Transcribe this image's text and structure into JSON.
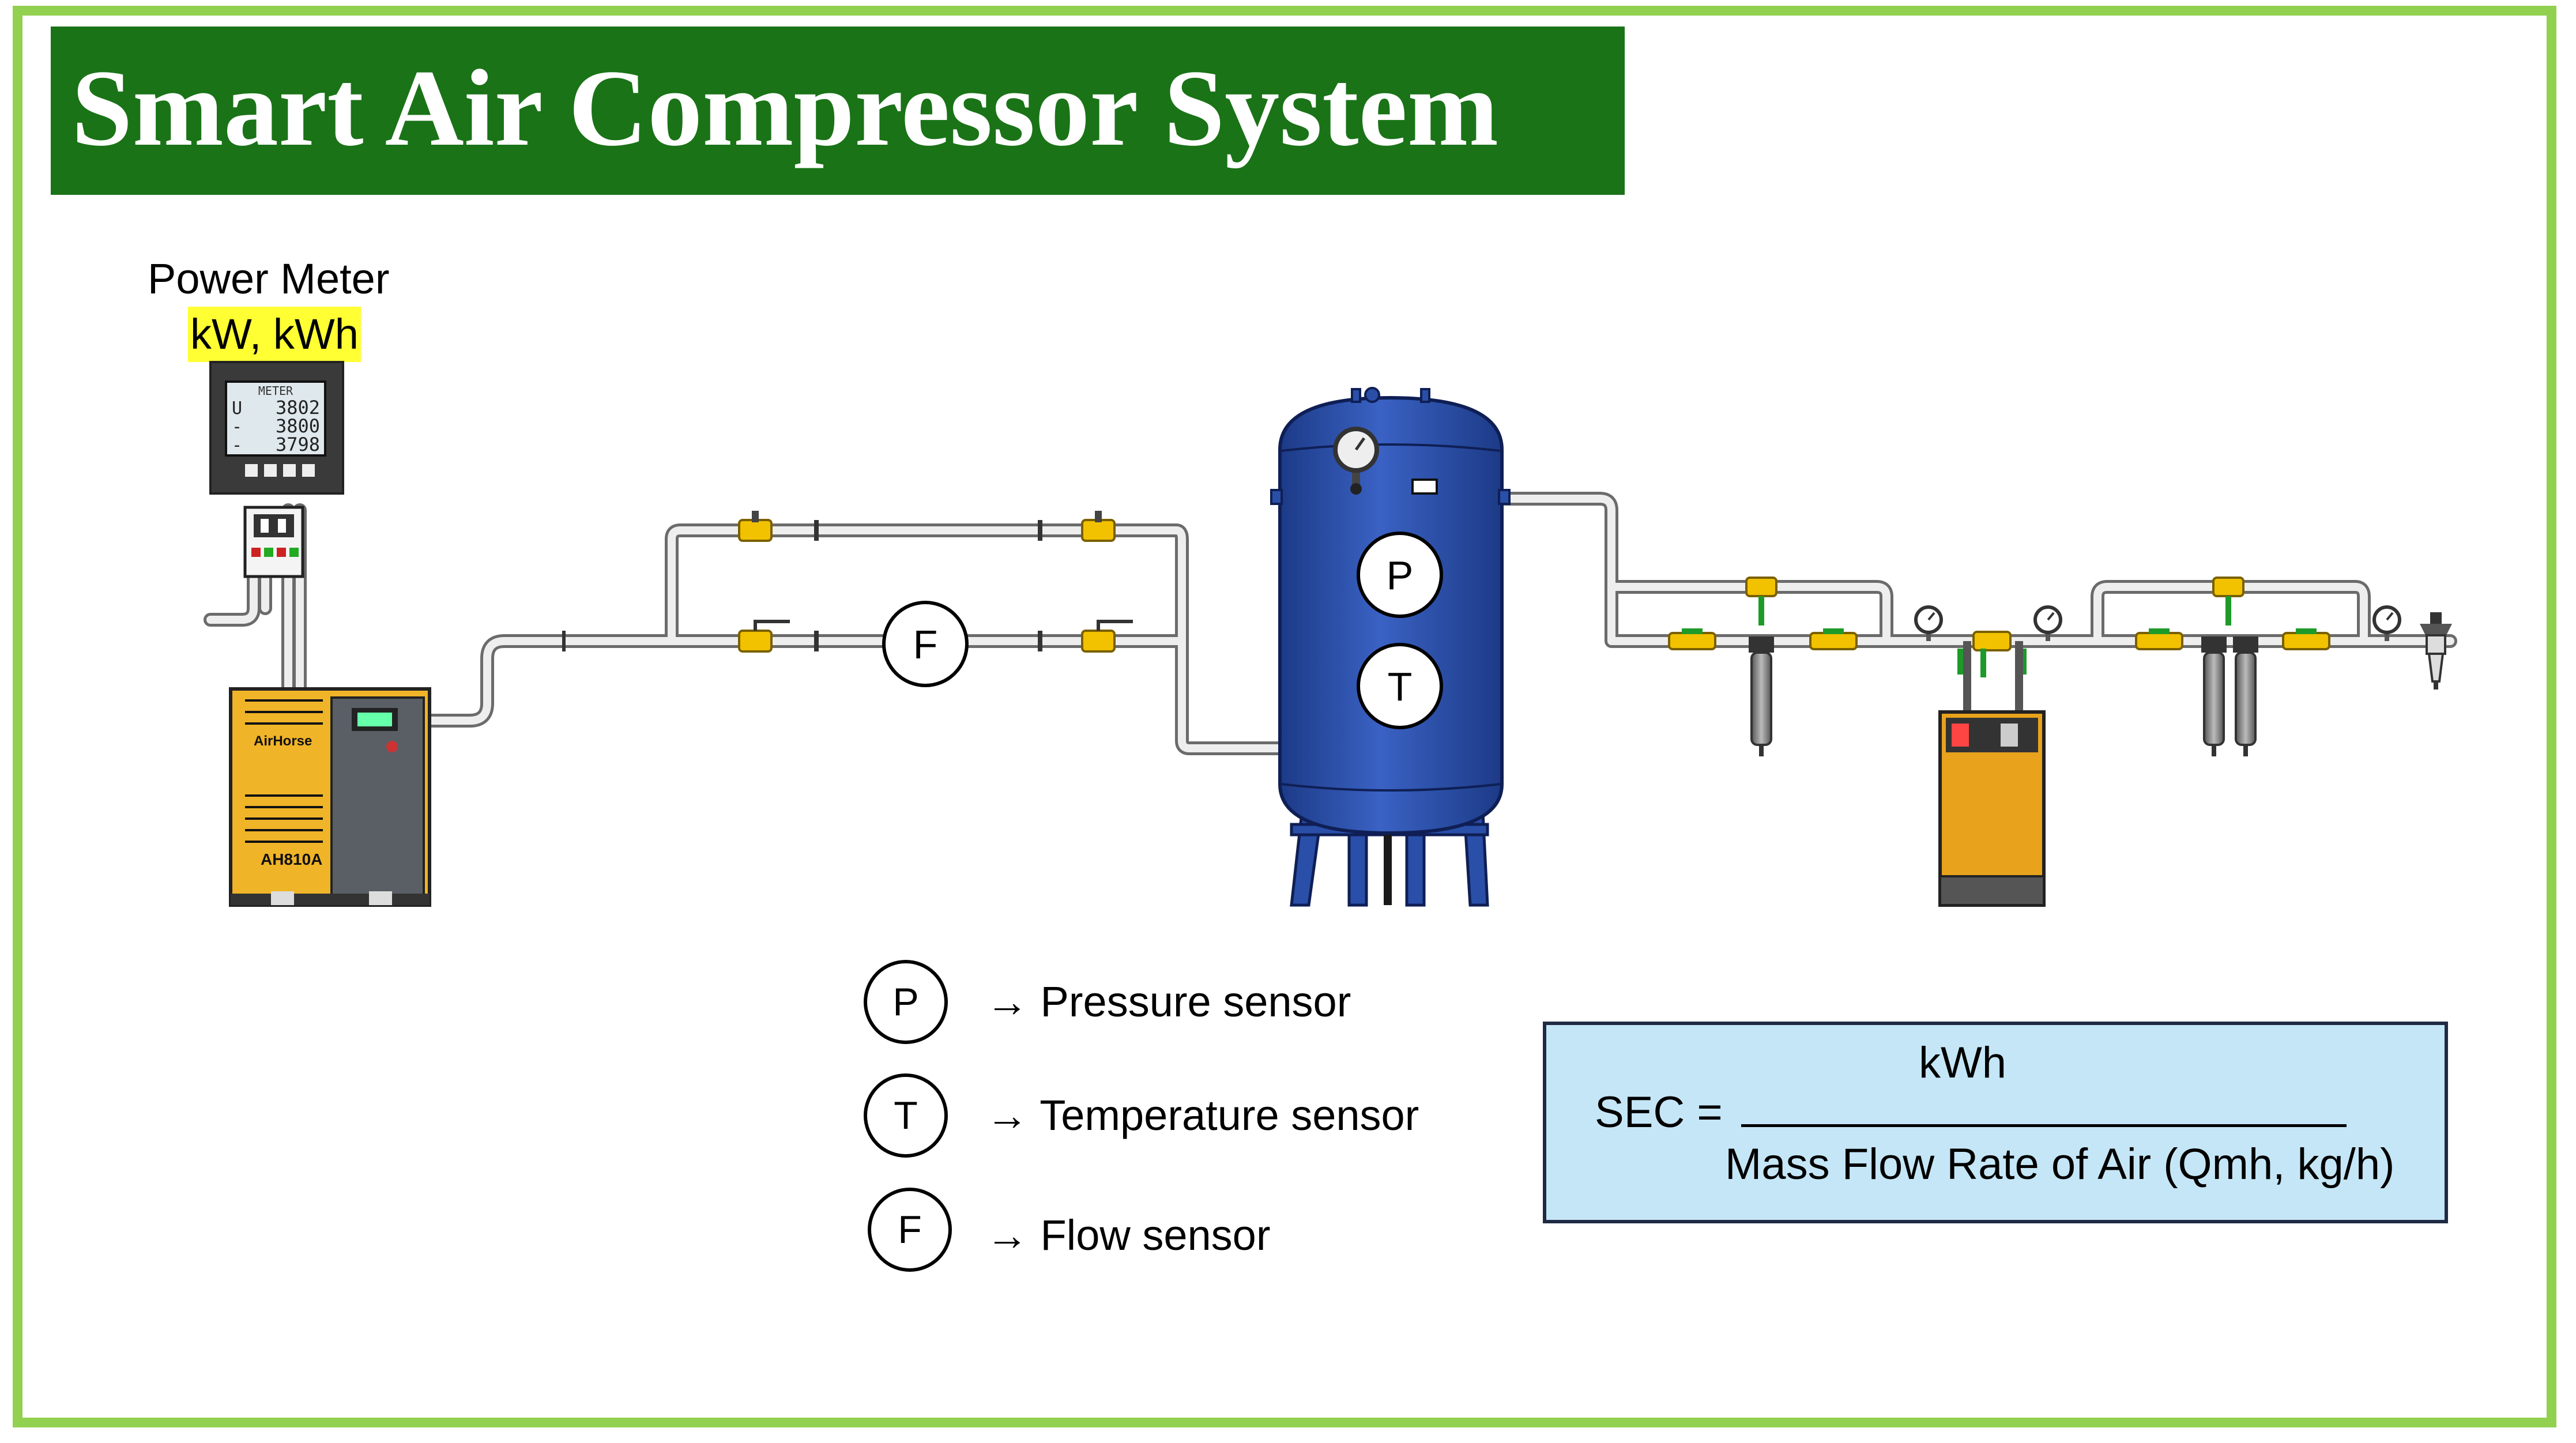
{
  "title": "Smart Air Compressor System",
  "power_meter": {
    "label": "Power Meter",
    "units": "kW, kWh",
    "display_header": "METER",
    "readings": [
      "3802",
      "3800",
      "3798"
    ],
    "row_labels": [
      "U",
      "-",
      "-"
    ]
  },
  "compressor": {
    "brand": "AirHorse",
    "model": "AH810A"
  },
  "sensors_on_diagram": {
    "flow": "F",
    "pressure": "P",
    "temperature": "T"
  },
  "legend": [
    {
      "symbol": "P",
      "text": "→ Pressure sensor"
    },
    {
      "symbol": "T",
      "text": "→ Temperature sensor"
    },
    {
      "symbol": "F",
      "text": "→ Flow sensor"
    }
  ],
  "sec_formula": {
    "label": "SEC =",
    "numerator": "kWh",
    "denominator": "Mass Flow Rate of Air (Qmh, kg/h)"
  },
  "colors": {
    "frame": "#92d050",
    "title_bg": "#1a7317",
    "tank": "#2a4fa8",
    "compressor": "#f0b428",
    "formula_bg": "#c5e6f6",
    "highlight": "#ffff33"
  }
}
